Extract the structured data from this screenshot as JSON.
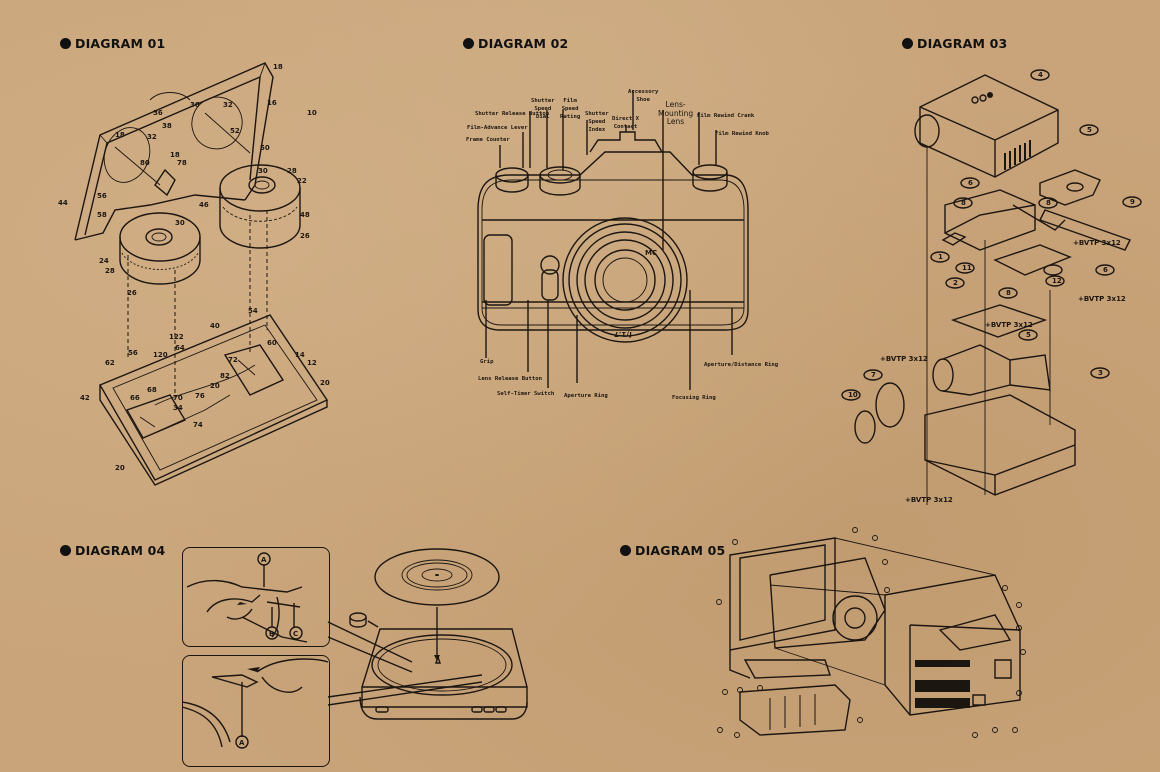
{
  "diagrams": [
    {
      "title": "DIAGRAM 01",
      "subject": "cassette-exploded-patent-drawing",
      "callouts": [
        "10",
        "12",
        "14",
        "16",
        "18",
        "18",
        "18",
        "20",
        "20",
        "20",
        "22",
        "24",
        "26",
        "26",
        "28",
        "28",
        "30",
        "30",
        "32",
        "32",
        "34",
        "36",
        "36",
        "38",
        "40",
        "42",
        "44",
        "46",
        "48",
        "50",
        "52",
        "54",
        "56",
        "56",
        "58",
        "60",
        "62",
        "64",
        "66",
        "68",
        "70",
        "72",
        "74",
        "76",
        "78",
        "80",
        "82",
        "120",
        "122"
      ]
    },
    {
      "title": "DIAGRAM 02",
      "subject": "slr-camera-labeled-parts",
      "labels": {
        "shutter_release_button": "Shutter Release Button",
        "film_advance_lever": "Film-Advance Lever",
        "frame_counter": "Frame Counter",
        "shutter_speed_dial": "Shutter\nSpeed\nDial",
        "film_speed_rating": "Film\nSpeed\nRating",
        "shutter_speed_index": "Shutter\nSpeed\nIndex",
        "direct_x_contact": "Direct X\nContact",
        "accessory_shoe": "Accessory\nShoe",
        "lens_mounting_lens": "Lens-\nMounting\nLens",
        "film_rewind_crank": "Film Rewind Crank",
        "film_rewind_knob": "Film Rewind Knob",
        "grip": "Grip",
        "lens_release_button": "Lens Release Button",
        "self_timer_switch": "Self-Timer Switch",
        "aperture_ring": "Aperture Ring",
        "focusing_ring": "Focusing Ring",
        "aperture_distance_ring": "Aperture/Distance Ring"
      },
      "lens_text": [
        "f/1.7",
        "MC"
      ]
    },
    {
      "title": "DIAGRAM 03",
      "subject": "projector-exploded-parts",
      "callouts": [
        "4",
        "5",
        "6",
        "8",
        "1",
        "11",
        "2",
        "9",
        "6",
        "8",
        "12",
        "6",
        "5",
        "3",
        "7",
        "10"
      ],
      "screw_labels": [
        "+BVTP 3x12",
        "+BVTP 3x12",
        "+BVTP 3x12",
        "+BVTP 3x12",
        "+BVTP 3x12"
      ]
    },
    {
      "title": "DIAGRAM 04",
      "subject": "turntable-belt-installation",
      "markers": [
        "A",
        "B",
        "C",
        "A"
      ]
    },
    {
      "title": "DIAGRAM 05",
      "subject": "crt-television-exploded-view"
    }
  ],
  "colors": {
    "paper": "#c9a47a",
    "ink": "#1c1611"
  }
}
